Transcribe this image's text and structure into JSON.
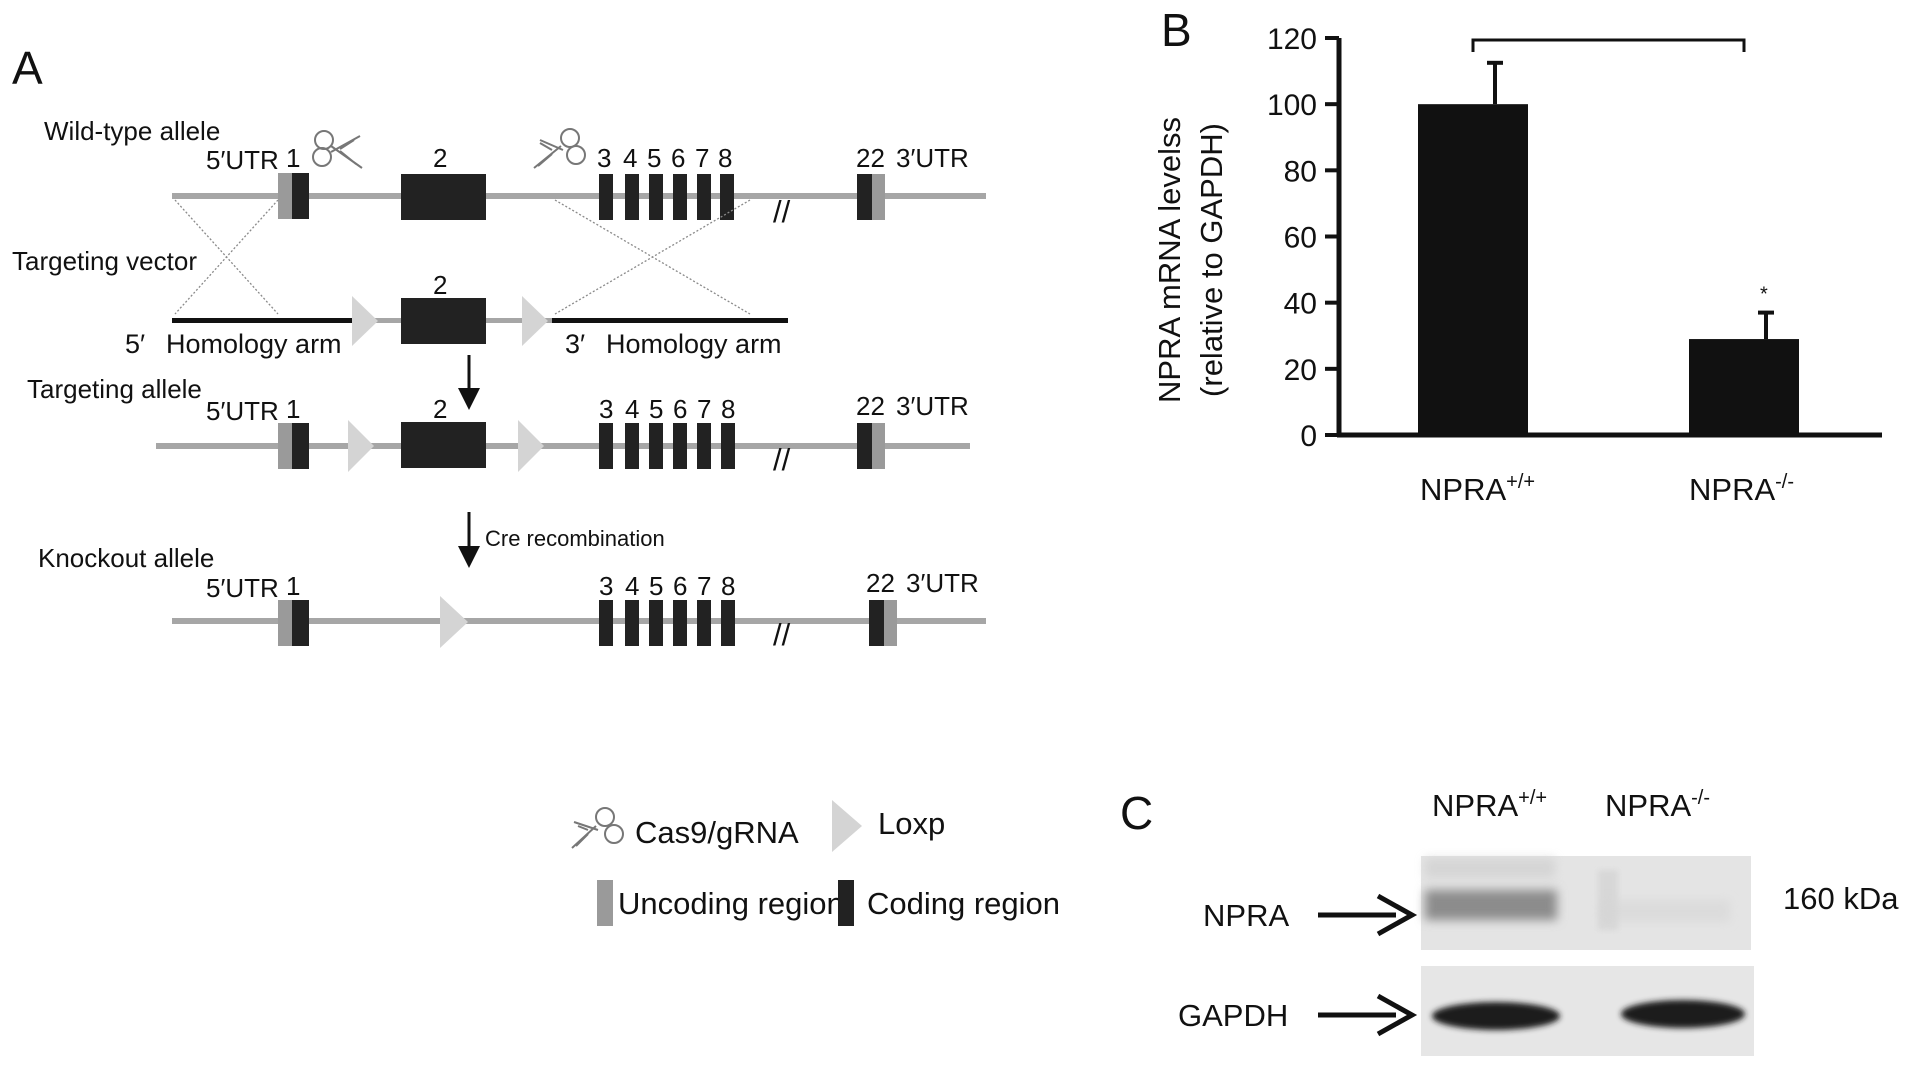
{
  "panelA": {
    "letter": "A",
    "wild_type_label": "Wild-type allele",
    "targeting_vector_label": "Targeting vector",
    "targeting_allele_label": "Targeting allele",
    "knockout_allele_label": "Knockout allele",
    "utr5": "5′UTR",
    "utr3": "3′UTR",
    "exon_1": "1",
    "exon_2": "2",
    "exon_3": "3",
    "exon_4": "4",
    "exon_5": "5",
    "exon_6": "6",
    "exon_7": "7",
    "exon_8": "8",
    "exon_22": "22",
    "prime5": "5′",
    "prime3": "3′",
    "homology_arm_left": "Homology arm",
    "homology_arm_right": "Homology arm",
    "break_mark": "//",
    "cre_label": "Cre recombination"
  },
  "legend": {
    "cas9": "Cas9/gRNA",
    "loxp": "Loxp",
    "uncoding": "Uncoding region",
    "coding": "Coding region",
    "colors": {
      "coding": "#222222",
      "uncoding": "#9a9a9a",
      "loxp": "#d4d4d4",
      "line": "#a6a6a6"
    }
  },
  "panelB": {
    "letter": "B",
    "star": "*",
    "chart_data": {
      "type": "bar",
      "categories": [
        "NPRA",
        "NPRA"
      ],
      "category_superscripts": [
        "+/+",
        "-/-"
      ],
      "values": [
        100,
        29
      ],
      "error_bars": [
        12.5,
        8
      ],
      "ylim": [
        0,
        120
      ],
      "yticks": [
        0,
        20,
        40,
        60,
        80,
        100,
        120
      ],
      "ylabel": "NPRA mRNA levelss",
      "ylabel2": "(relative to GAPDH)",
      "significance": [
        "",
        "*"
      ],
      "bar_color": "#111111"
    }
  },
  "panelC": {
    "letter": "C",
    "lane1": "NPRA",
    "lane1_sup": "+/+",
    "lane2": "NPRA",
    "lane2_sup": "-/-",
    "row1_label": "NPRA",
    "row2_label": "GAPDH",
    "size_label": "160 kDa"
  }
}
